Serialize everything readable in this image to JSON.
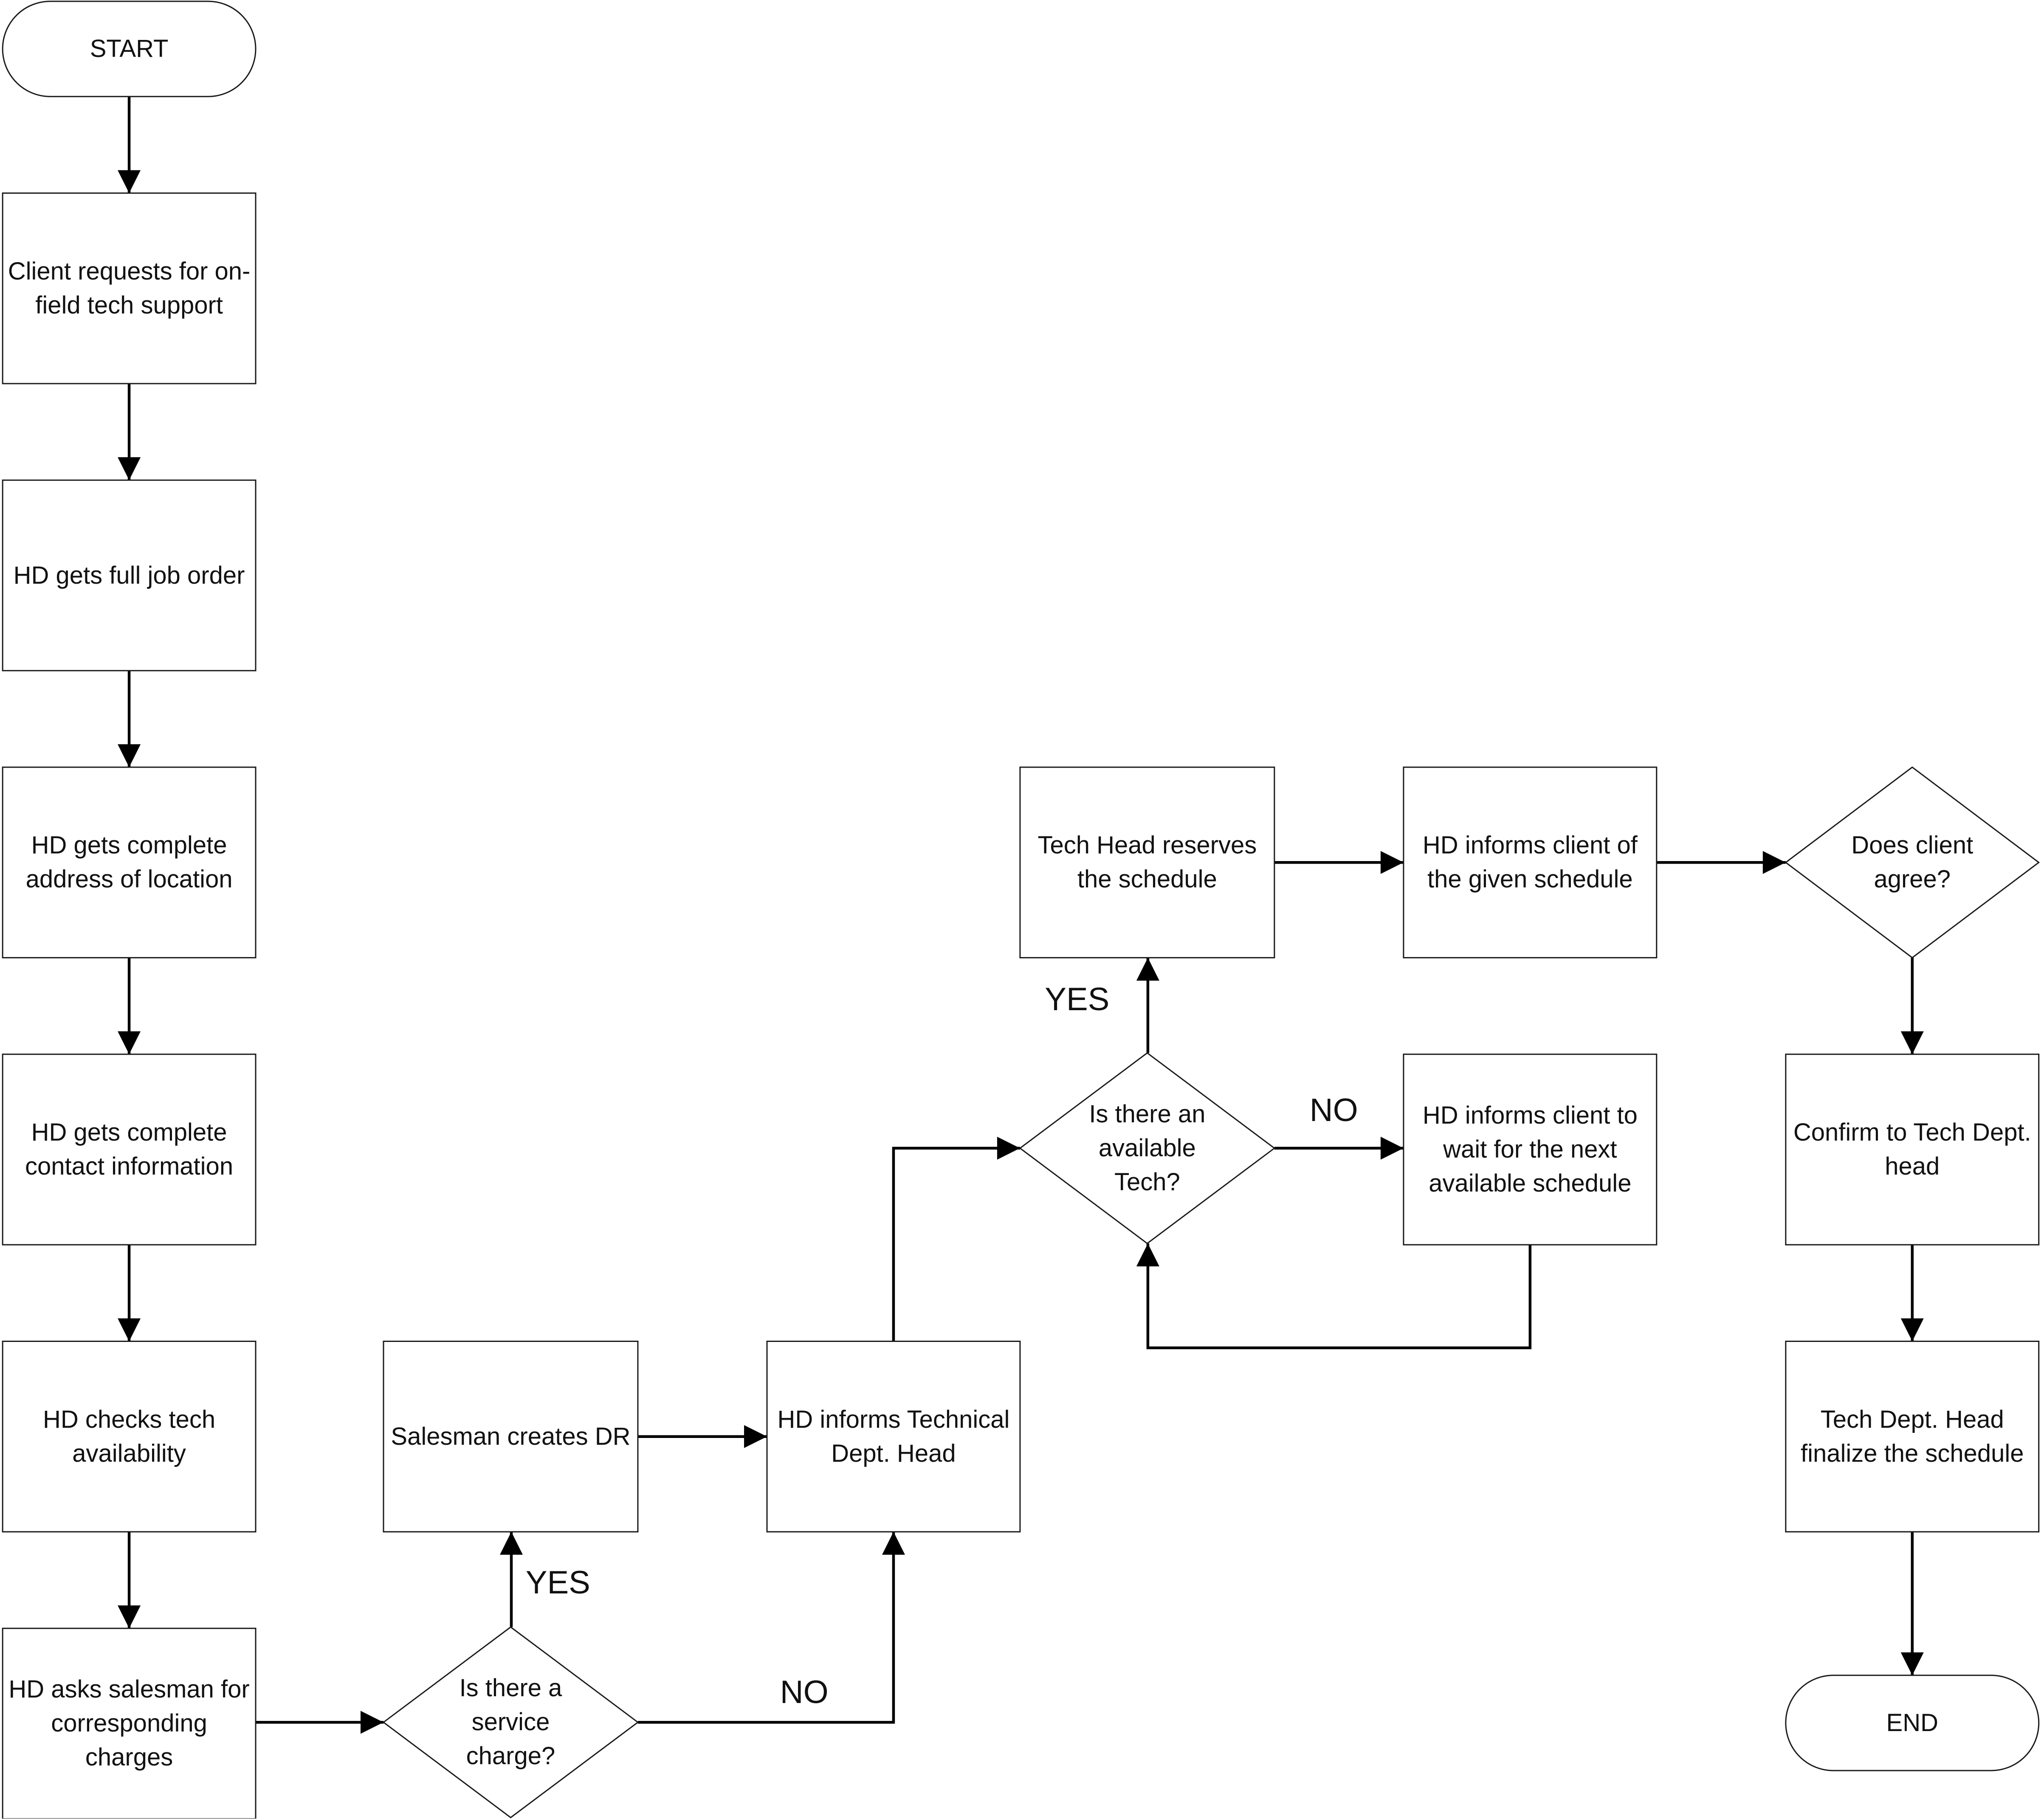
{
  "nodes": {
    "start": "START",
    "client_request": "Client requests for on-field tech support",
    "full_job_order": "HD gets full job order",
    "complete_address": "HD gets complete address of location",
    "contact_info": "HD gets complete contact information",
    "check_availability": "HD checks tech availability",
    "ask_salesman": "HD asks salesman for corresponding charges",
    "service_charge_decision": "Is there a service charge?",
    "salesman_creates_dr": "Salesman creates DR",
    "inform_tech_head": "HD informs Technical Dept. Head",
    "available_tech_decision": "Is there an available Tech?",
    "tech_head_reserves": "Tech Head reserves the schedule",
    "inform_client_schedule": "HD informs client of the given schedule",
    "client_agree_decision": "Does client agree?",
    "inform_client_wait": "HD informs client to wait for the next available schedule",
    "confirm_tech_head": "Confirm to Tech Dept. head",
    "finalize_schedule": "Tech Dept. Head finalize the schedule",
    "end": "END"
  },
  "edge_labels": {
    "service_charge_yes": "YES",
    "service_charge_no": "NO",
    "available_tech_yes": "YES",
    "available_tech_no": "NO"
  }
}
